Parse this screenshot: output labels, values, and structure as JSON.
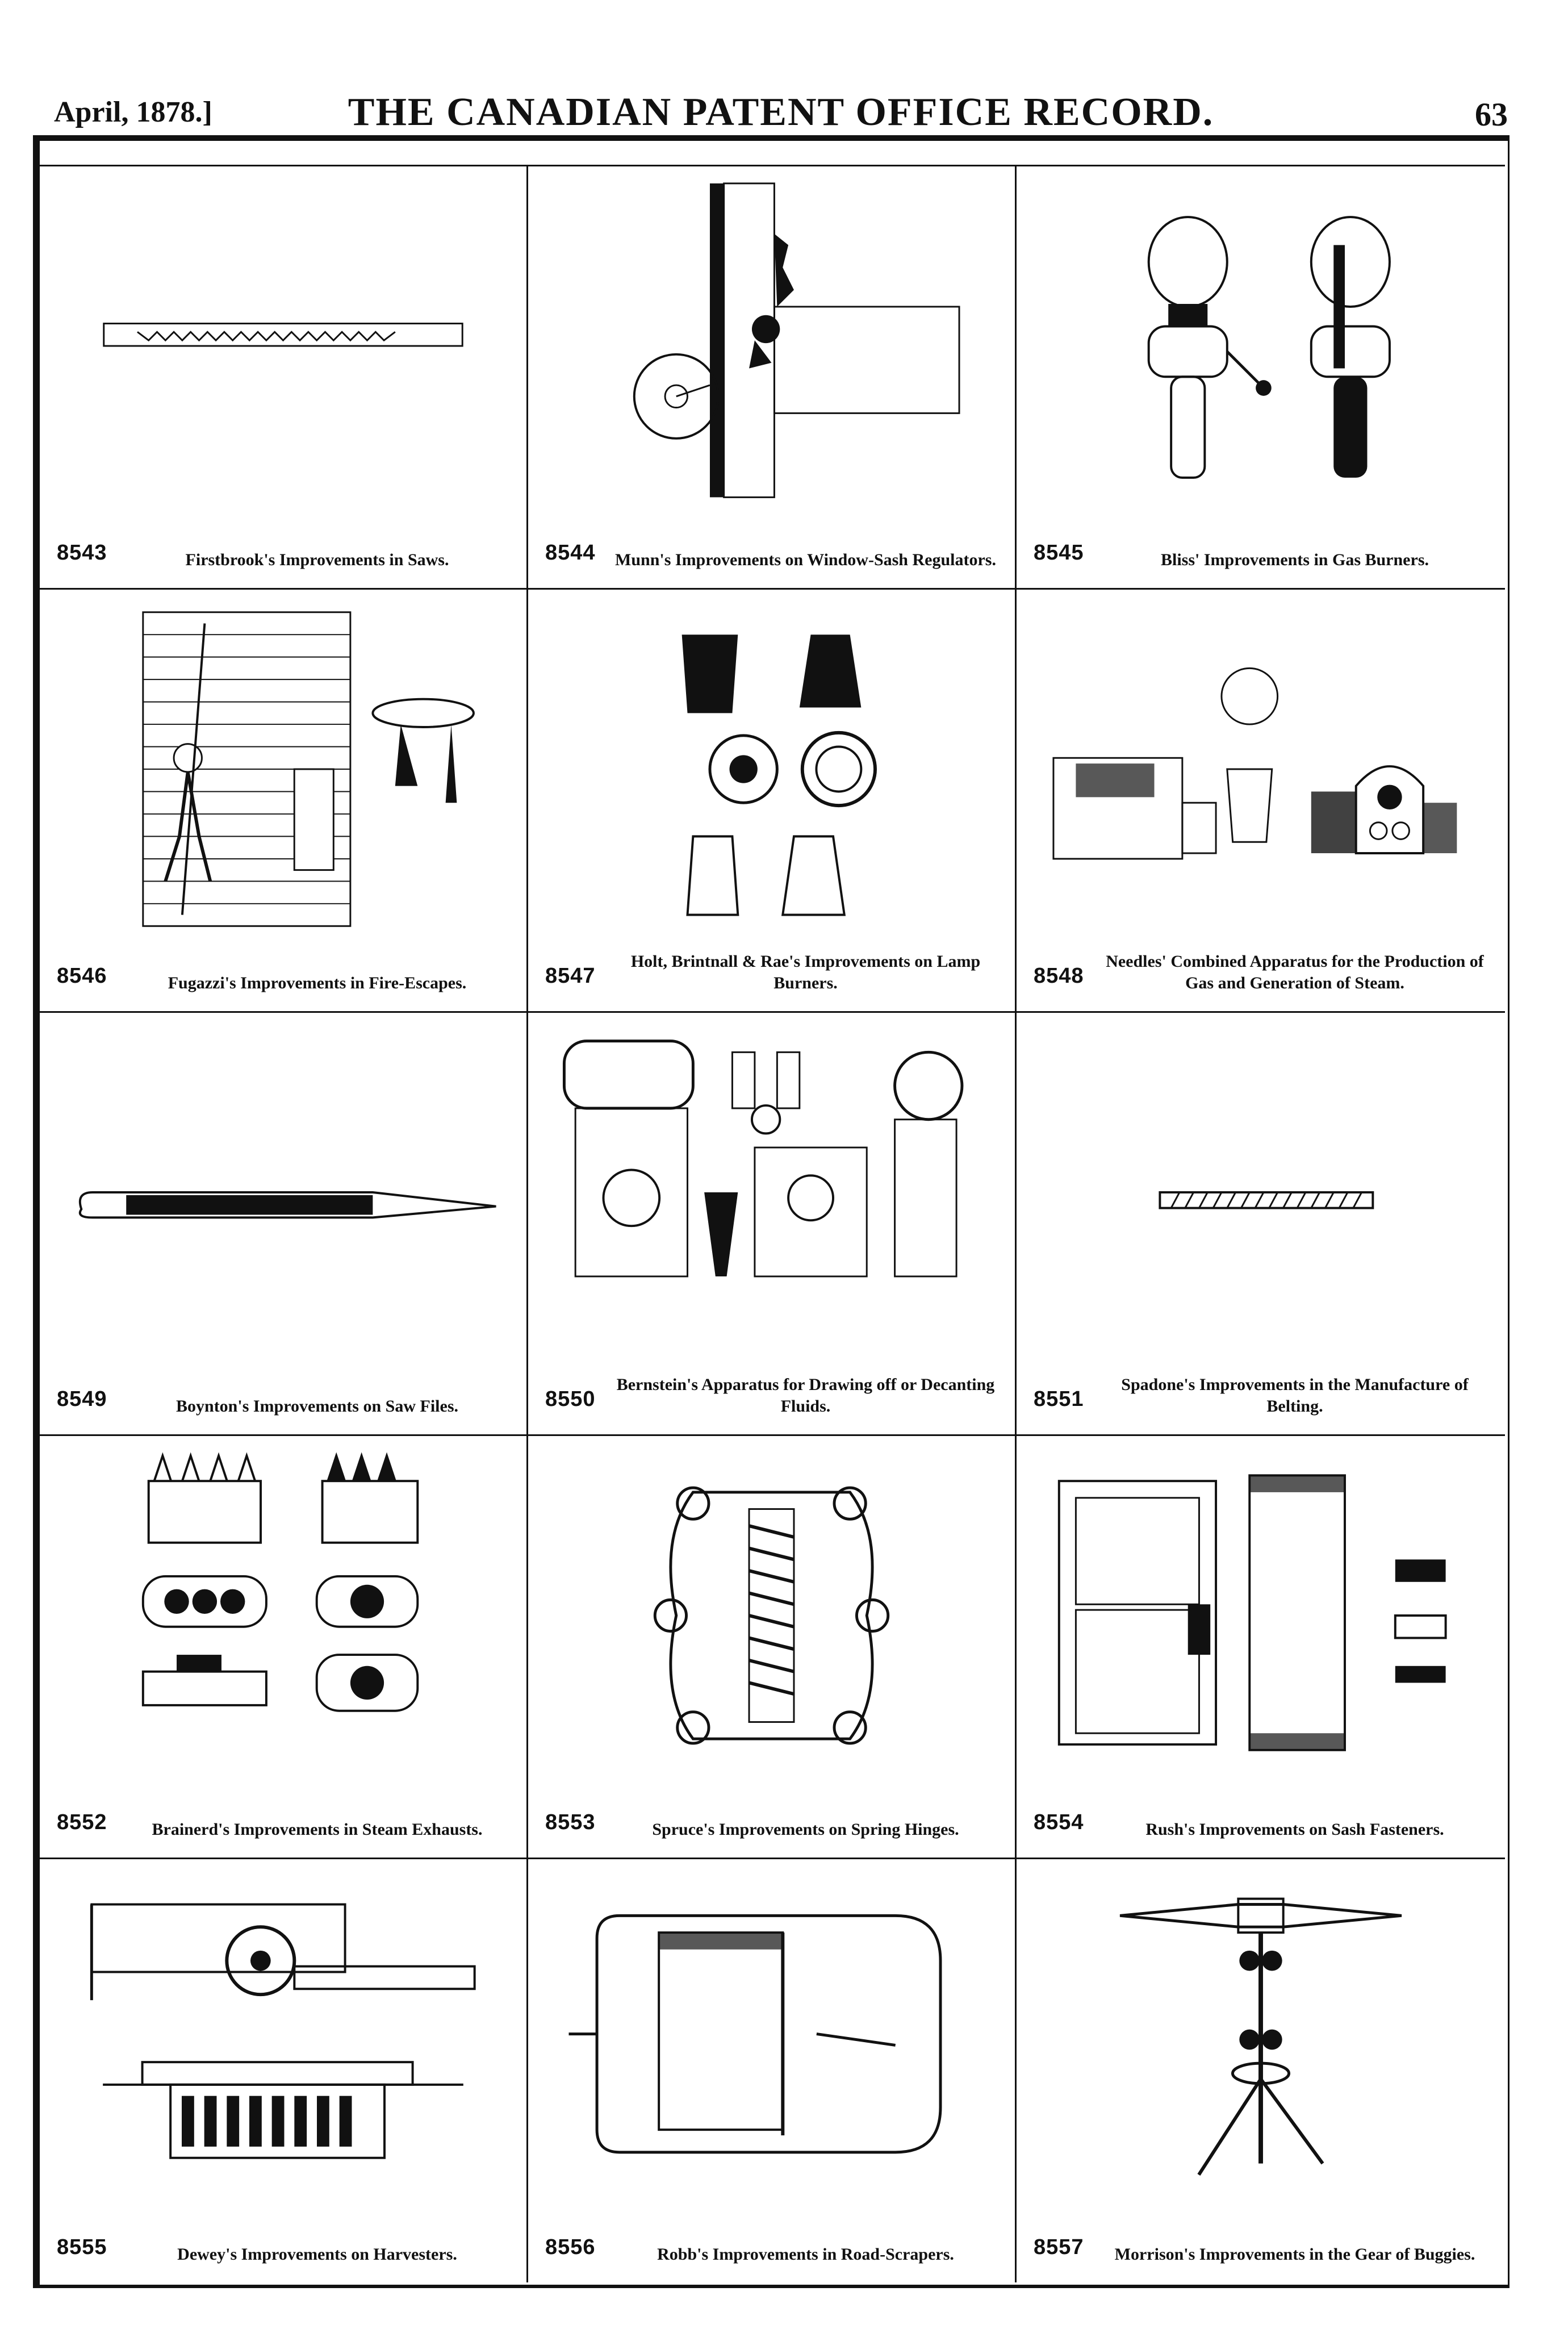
{
  "header": {
    "date": "April, 1878.]",
    "title": "THE CANADIAN PATENT OFFICE RECORD.",
    "page": "63"
  },
  "figures": [
    {
      "number": "8543",
      "caption": "Firstbrook's Improvements in Saws."
    },
    {
      "number": "8544",
      "caption": "Munn's Improvements on Window-Sash Regulators."
    },
    {
      "number": "8545",
      "caption": "Bliss' Improvements in Gas Burners."
    },
    {
      "number": "8546",
      "caption": "Fugazzi's Improvements in Fire-Escapes."
    },
    {
      "number": "8547",
      "caption": "Holt, Brintnall & Rae's Improvements on Lamp Burners."
    },
    {
      "number": "8548",
      "caption": "Needles' Combined Apparatus for the Production of Gas and Generation of Steam."
    },
    {
      "number": "8549",
      "caption": "Boynton's Improvements on Saw Files."
    },
    {
      "number": "8550",
      "caption": "Bernstein's Apparatus for Drawing off or Decanting Fluids."
    },
    {
      "number": "8551",
      "caption": "Spadone's Improvements in the Manufacture of Belting."
    },
    {
      "number": "8552",
      "caption": "Brainerd's Improvements in Steam Exhausts."
    },
    {
      "number": "8553",
      "caption": "Spruce's Improvements on Spring Hinges."
    },
    {
      "number": "8554",
      "caption": "Rush's Improvements on Sash Fasteners."
    },
    {
      "number": "8555",
      "caption": "Dewey's Improvements on Harvesters."
    },
    {
      "number": "8556",
      "caption": "Robb's Improvements in Road-Scrapers."
    },
    {
      "number": "8557",
      "caption": "Morrison's Improvements in the Gear of Buggies."
    }
  ]
}
